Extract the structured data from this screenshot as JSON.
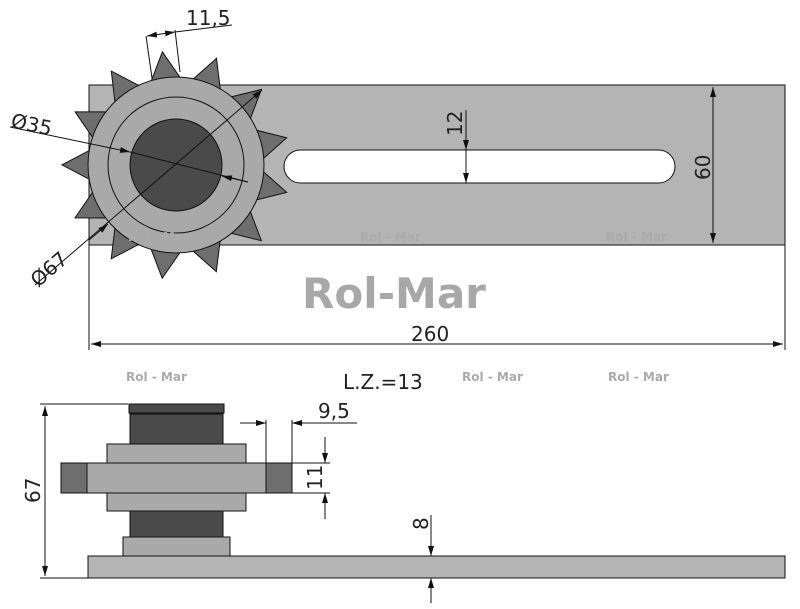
{
  "drawing": {
    "dimensions": {
      "tooth_width": "11,5",
      "hub_diameter": "Ø35",
      "sprocket_diameter": "Ø67",
      "slot_width": "12",
      "plate_height": "60",
      "plate_length": "260",
      "tooth_count_label": "L.Z.=13",
      "flange_step": "9,5",
      "flange_thickness": "11",
      "total_height": "67",
      "plate_thickness": "8"
    },
    "watermark": {
      "big": "Rol-Mar",
      "small": "Rol - Mar"
    },
    "tooth_count": 13,
    "colors": {
      "plate": "#b4b4b4",
      "disc": "#a9a9a9",
      "teeth": "#6e6e6e",
      "hub": "#4a4a4a"
    }
  }
}
